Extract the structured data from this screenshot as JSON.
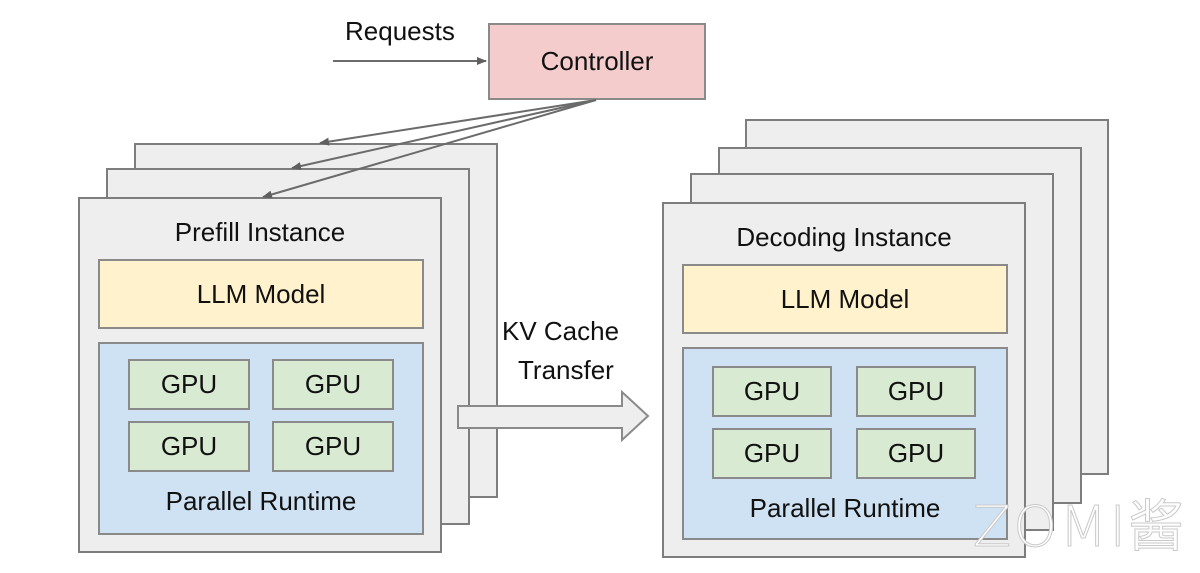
{
  "requests_label": "Requests",
  "controller": {
    "label": "Controller",
    "color": "#f4cccc"
  },
  "transfer": {
    "line1": "KV Cache",
    "line2": "Transfer"
  },
  "prefill": {
    "title": "Prefill Instance",
    "model_label": "LLM Model",
    "gpus": [
      "GPU",
      "GPU",
      "GPU",
      "GPU"
    ],
    "runtime_label": "Parallel Runtime",
    "stack_count": 3
  },
  "decoding": {
    "title": "Decoding Instance",
    "model_label": "LLM Model",
    "gpus": [
      "GPU",
      "GPU",
      "GPU",
      "GPU"
    ],
    "runtime_label": "Parallel Runtime",
    "stack_count": 4
  },
  "colors": {
    "instance_bg": "#eeeeee",
    "model_bg": "#fff2cc",
    "runtime_bg": "#cfe2f3",
    "gpu_bg": "#d9ead3"
  },
  "watermark": "ZOMI酱"
}
